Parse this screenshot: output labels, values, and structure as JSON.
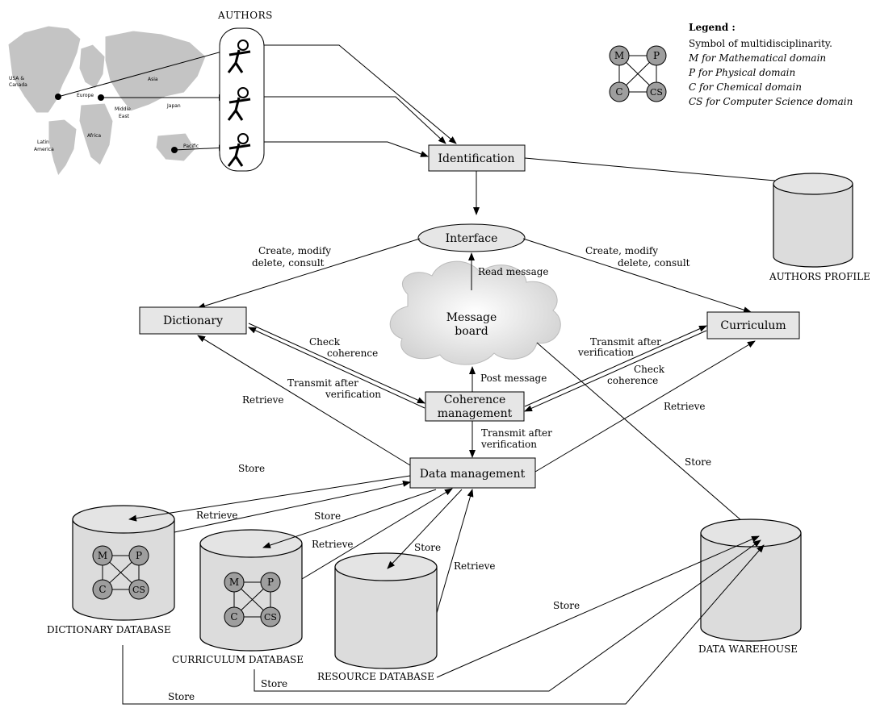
{
  "authors_title": "AUTHORS",
  "map_labels": {
    "usa": "USA &",
    "canada": "Canada",
    "europe": "Europe",
    "asia": "Asia",
    "middle": "Middle",
    "east": "East",
    "japan": "Japan",
    "latin": "Latin",
    "america": "America",
    "africa": "Africa",
    "pacific": "Pacific"
  },
  "legend": {
    "title": "Legend :",
    "line1": "Symbol of multidisciplinarity.",
    "line2": "M for Mathematical domain",
    "line3": "P for Physical domain",
    "line4": "C for Chemical domain",
    "line5": "CS for Computer Science domain"
  },
  "domains": {
    "m": "M",
    "p": "P",
    "c": "C",
    "cs": "CS"
  },
  "boxes": {
    "identification": "Identification",
    "interface": "Interface",
    "dictionary": "Dictionary",
    "curriculum": "Curriculum",
    "message1": "Message",
    "message2": "board",
    "coherence1": "Coherence",
    "coherence2": "management",
    "data_management": "Data management"
  },
  "databases": {
    "authors_profile": "AUTHORS PROFILE",
    "dictionary_db": "DICTIONARY DATABASE",
    "curriculum_db": "CURRICULUM DATABASE",
    "resource_db": "RESOURCE DATABASE",
    "data_warehouse": "DATA WAREHOUSE"
  },
  "edge_labels": {
    "create_left_1": "Create, modify",
    "create_left_2": "delete, consult",
    "create_right_1": "Create, modify",
    "create_right_2": "delete, consult",
    "read_message": "Read message",
    "check_left_1": "Check",
    "check_left_2": "coherence",
    "transmit_left_1": "Transmit after",
    "transmit_left_2": "verification",
    "transmit_right_1": "Transmit after",
    "transmit_right_2": "verification",
    "check_right_1": "Check",
    "check_right_2": "coherence",
    "retrieve_dict": "Retrieve",
    "retrieve_curr": "Retrieve",
    "post_message": "Post message",
    "transmit_down_1": "Transmit after",
    "transmit_down_2": "verification",
    "store_dict": "Store",
    "retrieve_dictdb": "Retrieve",
    "store_curr": "Store",
    "retrieve_currdb": "Retrieve",
    "store_res": "Store",
    "retrieve_res": "Retrieve",
    "store_msg": "Store",
    "store_wh1": "Store",
    "store_wh2": "Store",
    "store_wh3": "Store"
  }
}
